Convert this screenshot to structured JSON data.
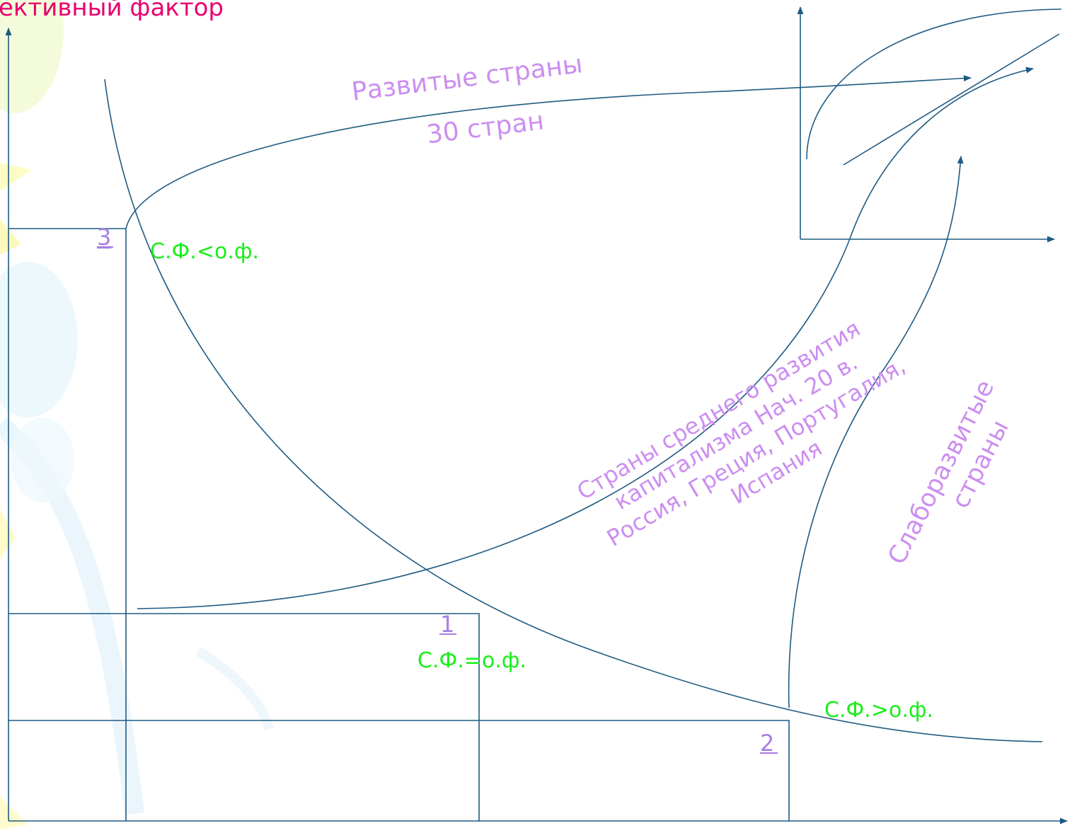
{
  "title_fragment": "ективный фактор",
  "colors": {
    "line": "#1f5a82",
    "title": "#e8006e",
    "region_label": "#cc8ef0",
    "ratio_label": "#19ef19",
    "point_label": "#a77de6"
  },
  "regions": {
    "developed_line1": "Развитые страны",
    "developed_line2": "30 стран",
    "middle_line1": "Страны среднего развития",
    "middle_line2": "капитализма Нач. 20 в.",
    "middle_line3": "Россия, Греция, Португалия,",
    "middle_line4": "Испания",
    "underdeveloped_line1": "Слаборазвитые",
    "underdeveloped_line2": "страны"
  },
  "ratios": {
    "less": "С.Ф.<о.ф.",
    "equal": "С.Ф.=о.ф.",
    "greater": "С.Ф.>о.ф."
  },
  "points": {
    "p1": "1",
    "p2": "2",
    "p3": "3"
  }
}
